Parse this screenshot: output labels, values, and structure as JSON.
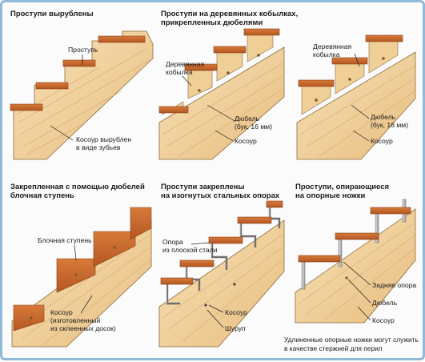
{
  "panels": [
    {
      "title_lines": [
        "Проступи вырублены"
      ],
      "labels": {
        "tread": "Проступь",
        "stringer": [
          "Косоур вырублен",
          "в виде зубьев"
        ]
      }
    },
    {
      "title_lines": [
        "Проступи на деревянных кобылках,",
        "прикрепленных дюбелями"
      ],
      "labels": {
        "kobylka": [
          "Деревянная",
          "кобылка"
        ],
        "dowel": [
          "Дюбель",
          "(бук, 16 мм)"
        ],
        "stringer": "Косоур"
      }
    },
    {
      "title_lines": [],
      "labels": {
        "kobylka": [
          "Деревянная",
          "кобылка"
        ],
        "dowel": [
          "Дюбель",
          "(бук, 16 мм)"
        ],
        "stringer": "Косоур"
      }
    },
    {
      "title_lines": [
        "Закрепленная с помощью дюбелей",
        "блочная ступень"
      ],
      "labels": {
        "block": "Блочная ступень",
        "stringer": [
          "Косоур",
          "(изготовленный",
          "из склеенных досок)"
        ]
      }
    },
    {
      "title_lines": [
        "Проступи закреплены",
        "на изогнутых стальных опорах"
      ],
      "labels": {
        "support": [
          "Опора",
          "из плоской стали"
        ],
        "stringer": "Косоур",
        "screw": "Шуруп"
      }
    },
    {
      "title_lines": [
        "Проступи, опирающиеся",
        "на опорные ножки"
      ],
      "labels": {
        "rear_support": "Задняя опора",
        "dowel": "Дюбель",
        "stringer": "Косоур"
      },
      "note_lines": [
        "Удлиненные опорные ножки могут служить",
        "в качестве стержней для перил"
      ]
    }
  ],
  "colors": {
    "wood_light": "#f5d9a8",
    "wood_mid": "#e9bf80",
    "tread": "#c8692e",
    "tread_edge": "#8a3f18",
    "steel": "#c8c8c8",
    "frame": "#8fb9d8"
  }
}
